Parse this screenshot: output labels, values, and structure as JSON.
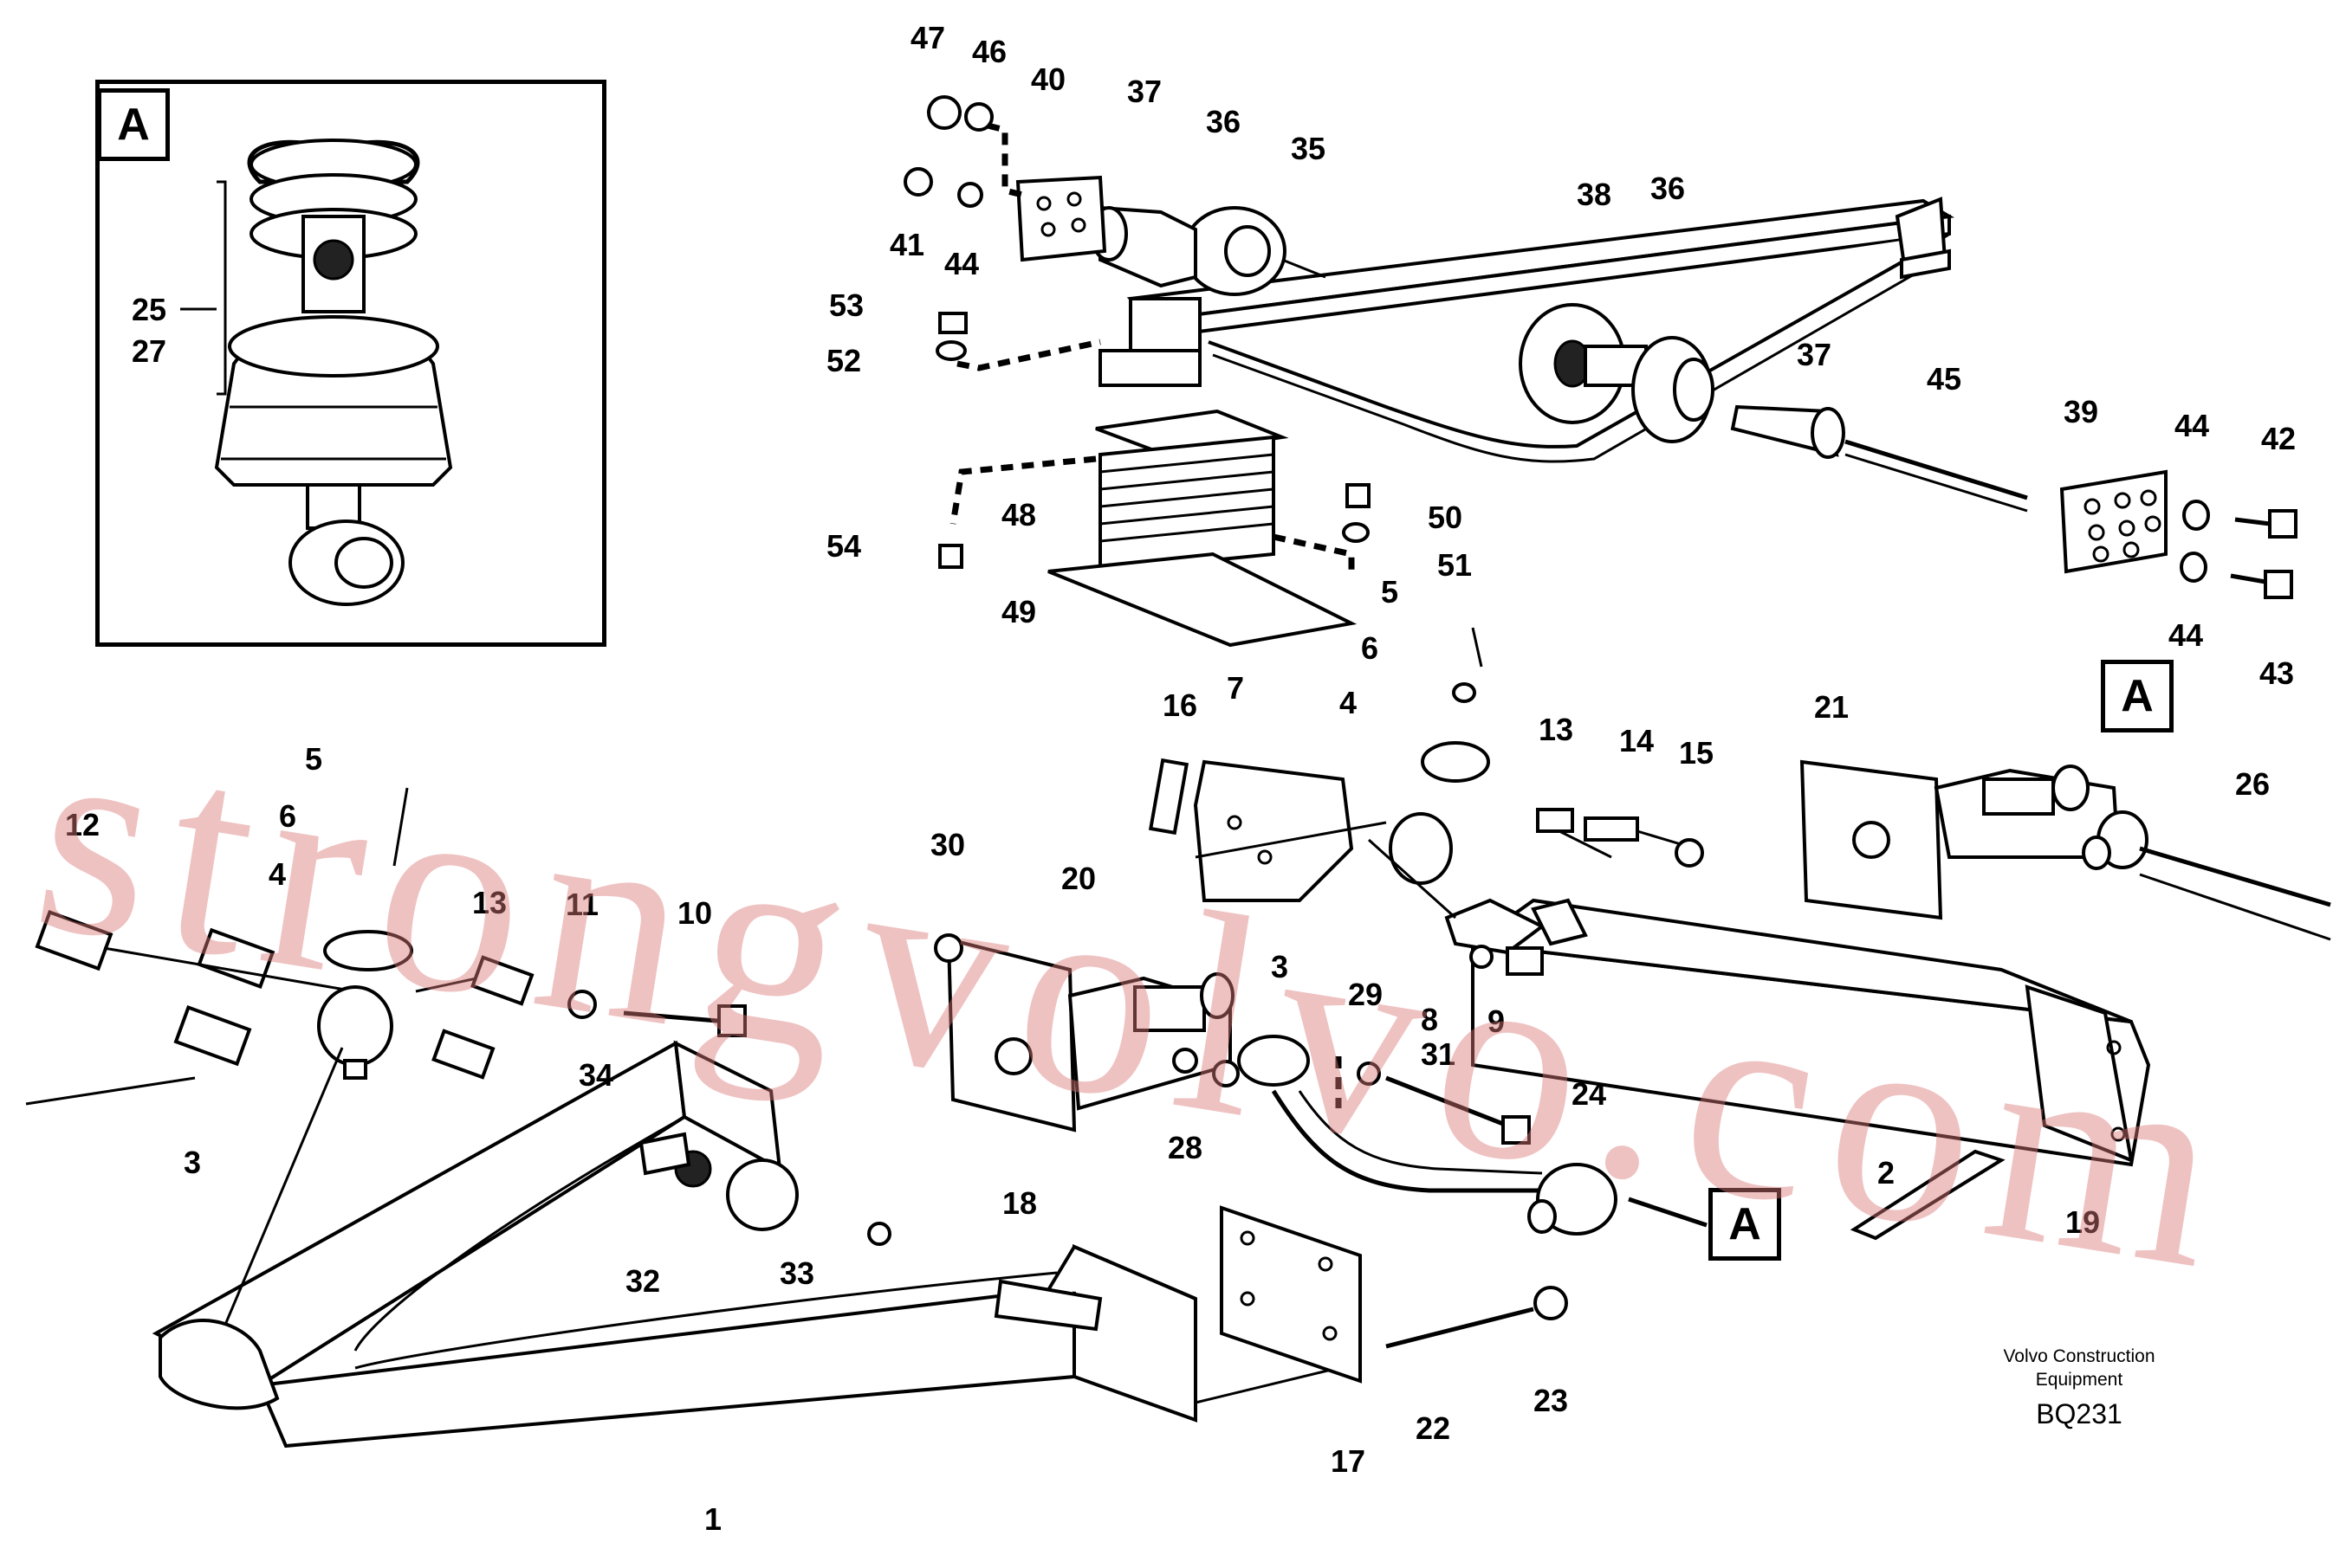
{
  "detail": {
    "tag": "A",
    "labels": [
      "25",
      "27"
    ]
  },
  "detail_refs": [
    "A",
    "A"
  ],
  "callouts": [
    {
      "id": "47",
      "text": "47"
    },
    {
      "id": "46",
      "text": "46"
    },
    {
      "id": "40",
      "text": "40"
    },
    {
      "id": "37a",
      "text": "37"
    },
    {
      "id": "36a",
      "text": "36"
    },
    {
      "id": "35",
      "text": "35"
    },
    {
      "id": "38",
      "text": "38"
    },
    {
      "id": "36b",
      "text": "36"
    },
    {
      "id": "41",
      "text": "41"
    },
    {
      "id": "44a",
      "text": "44"
    },
    {
      "id": "53",
      "text": "53"
    },
    {
      "id": "52",
      "text": "52"
    },
    {
      "id": "37b",
      "text": "37"
    },
    {
      "id": "45",
      "text": "45"
    },
    {
      "id": "39",
      "text": "39"
    },
    {
      "id": "44b",
      "text": "44"
    },
    {
      "id": "42",
      "text": "42"
    },
    {
      "id": "50",
      "text": "50"
    },
    {
      "id": "48",
      "text": "48"
    },
    {
      "id": "54",
      "text": "54"
    },
    {
      "id": "51",
      "text": "51"
    },
    {
      "id": "44c",
      "text": "44"
    },
    {
      "id": "43",
      "text": "43"
    },
    {
      "id": "49",
      "text": "49"
    },
    {
      "id": "5a",
      "text": "5"
    },
    {
      "id": "6a",
      "text": "6"
    },
    {
      "id": "4a",
      "text": "4"
    },
    {
      "id": "7",
      "text": "7"
    },
    {
      "id": "16",
      "text": "16"
    },
    {
      "id": "13a",
      "text": "13"
    },
    {
      "id": "14",
      "text": "14"
    },
    {
      "id": "15",
      "text": "15"
    },
    {
      "id": "21",
      "text": "21"
    },
    {
      "id": "26",
      "text": "26"
    },
    {
      "id": "5b",
      "text": "5"
    },
    {
      "id": "6b",
      "text": "6"
    },
    {
      "id": "4b",
      "text": "4"
    },
    {
      "id": "12",
      "text": "12"
    },
    {
      "id": "13b",
      "text": "13"
    },
    {
      "id": "11",
      "text": "11"
    },
    {
      "id": "10",
      "text": "10"
    },
    {
      "id": "30",
      "text": "30"
    },
    {
      "id": "20",
      "text": "20"
    },
    {
      "id": "3a",
      "text": "3"
    },
    {
      "id": "29",
      "text": "29"
    },
    {
      "id": "8",
      "text": "8"
    },
    {
      "id": "9",
      "text": "9"
    },
    {
      "id": "31",
      "text": "31"
    },
    {
      "id": "3b",
      "text": "3"
    },
    {
      "id": "34",
      "text": "34"
    },
    {
      "id": "28",
      "text": "28"
    },
    {
      "id": "24",
      "text": "24"
    },
    {
      "id": "2",
      "text": "2"
    },
    {
      "id": "19",
      "text": "19"
    },
    {
      "id": "32",
      "text": "32"
    },
    {
      "id": "33",
      "text": "33"
    },
    {
      "id": "18",
      "text": "18"
    },
    {
      "id": "22",
      "text": "22"
    },
    {
      "id": "23",
      "text": "23"
    },
    {
      "id": "17",
      "text": "17"
    },
    {
      "id": "1",
      "text": "1"
    }
  ],
  "credit": {
    "line1": "Volvo Construction",
    "line2": "Equipment",
    "code": "BQ231"
  },
  "watermark": "strongvolvo.com"
}
